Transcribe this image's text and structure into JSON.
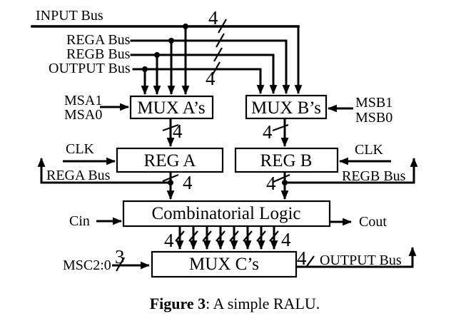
{
  "colors": {
    "line": "#000000",
    "background": "#ffffff"
  },
  "top_buses": {
    "input_label": "INPUT Bus",
    "rega_label": "REGA Bus",
    "regb_label": "REGB Bus",
    "output_label": "OUTPUT Bus",
    "width_top": "4",
    "width_bottom": "4"
  },
  "mux_a": {
    "label": "MUX A’s",
    "select_high": "MSA1",
    "select_low": "MSA0",
    "out_width": "4"
  },
  "mux_b": {
    "label": "MUX B’s",
    "select_high": "MSB1",
    "select_low": "MSB0",
    "out_width": "4"
  },
  "reg_a": {
    "label": "REG A",
    "clk": "CLK",
    "bus_label": "REGA Bus",
    "out_width": "4"
  },
  "reg_b": {
    "label": "REG B",
    "clk": "CLK",
    "bus_label": "REGB Bus",
    "out_width": "4"
  },
  "comb_logic": {
    "label": "Combinatorial Logic",
    "carry_in": "Cin",
    "carry_out": "Cout",
    "left_width": "4",
    "right_width": "4"
  },
  "mux_c": {
    "label": "MUX C’s",
    "select_label": "MSC2:0",
    "select_width": "3",
    "out_width": "4",
    "output_bus_label": "OUTPUT Bus"
  },
  "caption": {
    "bold": "Figure 3",
    "rest": ": A simple RALU."
  }
}
